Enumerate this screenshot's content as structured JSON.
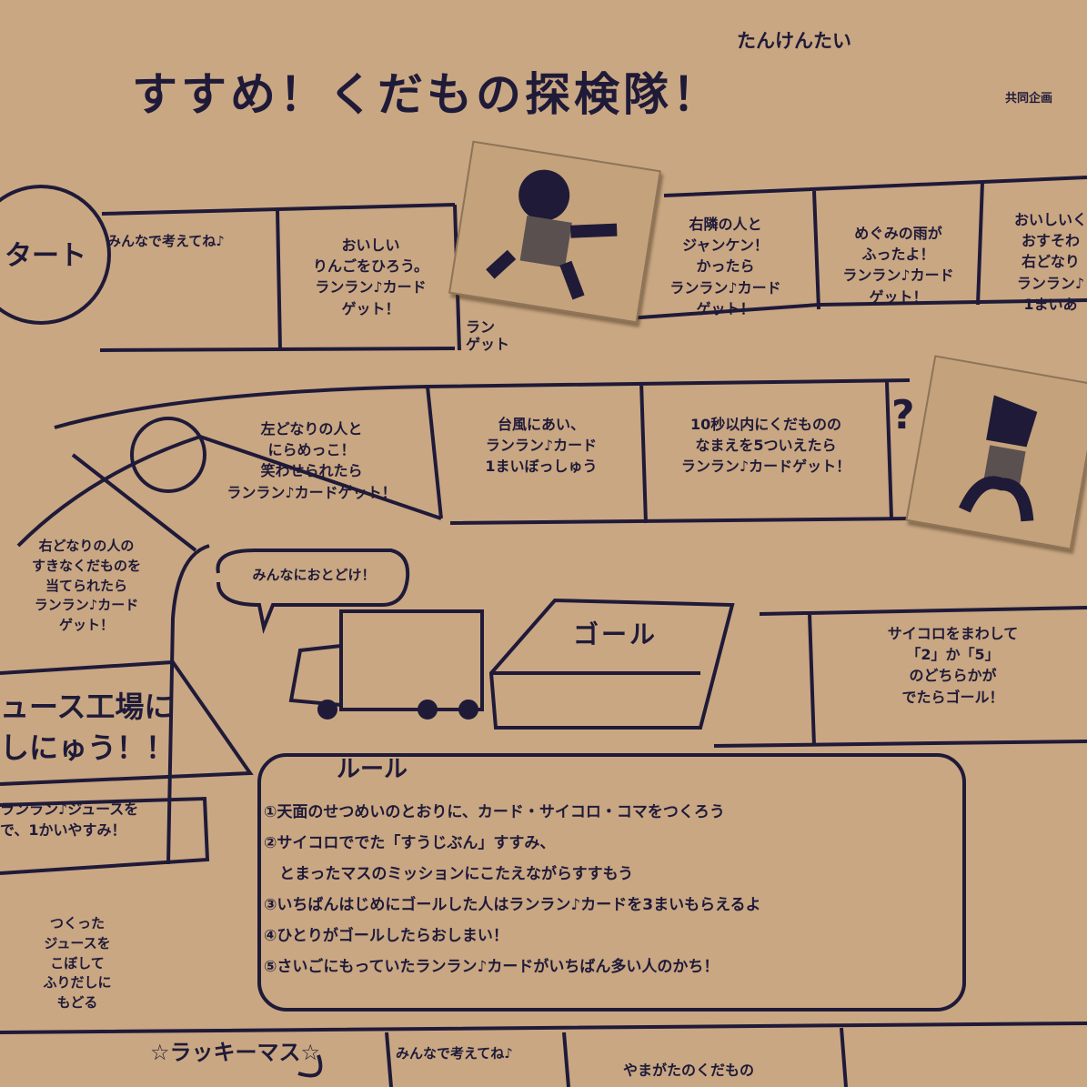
{
  "header": {
    "title": "すすめ！くだもの探検隊！",
    "ruby": "たんけんたい",
    "credit": "共同企画"
  },
  "start": {
    "label": "タート"
  },
  "row1": [
    {
      "text": "みんなで考えてね♪"
    },
    {
      "text": "おいしい\nりんごをひろう。\nランラン♪カード\nゲット！"
    },
    {
      "text": "ラン\nゲット"
    },
    {
      "text": "右隣の人と\nジャンケン！\nかったら\nランラン♪カード\nゲット！"
    },
    {
      "text": "めぐみの雨が\nふったよ！\nランラン♪カード\nゲット！"
    },
    {
      "text": "おいしいく\nおすそわ\n右どなり\nランラン♪\n1まいあ"
    }
  ],
  "row2": [
    {
      "text": "左どなりの人と\nにらめっこ！\n笑わせられたら\nランラン♪カードゲット！"
    },
    {
      "text": "台風にあい、\nランラン♪カード\n1まいぼっしゅう"
    },
    {
      "text": "10秒以内にくだものの\nなまえを5ついえたら\nランラン♪カードゲット！"
    },
    {
      "text": "?"
    }
  ],
  "left_square": {
    "text": "右どなりの人の\nすきなくだものを\n当てられたら\nランラン♪カード\nゲット！"
  },
  "bubble": {
    "text": "みんなにおとどけ！"
  },
  "goal": {
    "label": "ゴール"
  },
  "goal_square": {
    "text": "サイコロをまわして\n「2」か「5」\nのどちらかが\nでたらゴール！"
  },
  "factory": {
    "title": "ュース工場に\nしにゅう！！",
    "text": "ランラン♪ジュースを\nで、1かいやすみ！"
  },
  "spill": {
    "text": "つくった\nジュースを\nこぼして\nふりだしに\nもどる"
  },
  "rules": {
    "title": "ルール",
    "items": [
      "①天面のせつめいのとおりに、カード・サイコロ・コマをつくろう",
      "②サイコロででた「すうじぶん」すすみ、\n　とまったマスのミッションにこたえながらすすもう",
      "③いちばんはじめにゴールした人はランラン♪カードを3まいもらえるよ",
      "④ひとりがゴールしたらおしまい！",
      "⑤さいごにもっていたランラン♪カードがいちばん多い人のかち！"
    ]
  },
  "bottom": [
    {
      "text": "☆ラッキーマス☆"
    },
    {
      "text": "みんなで考えてね♪"
    },
    {
      "text": "やまがたのくだもの"
    }
  ],
  "colors": {
    "paper": "#c9a783",
    "ink": "#1f1a38"
  }
}
